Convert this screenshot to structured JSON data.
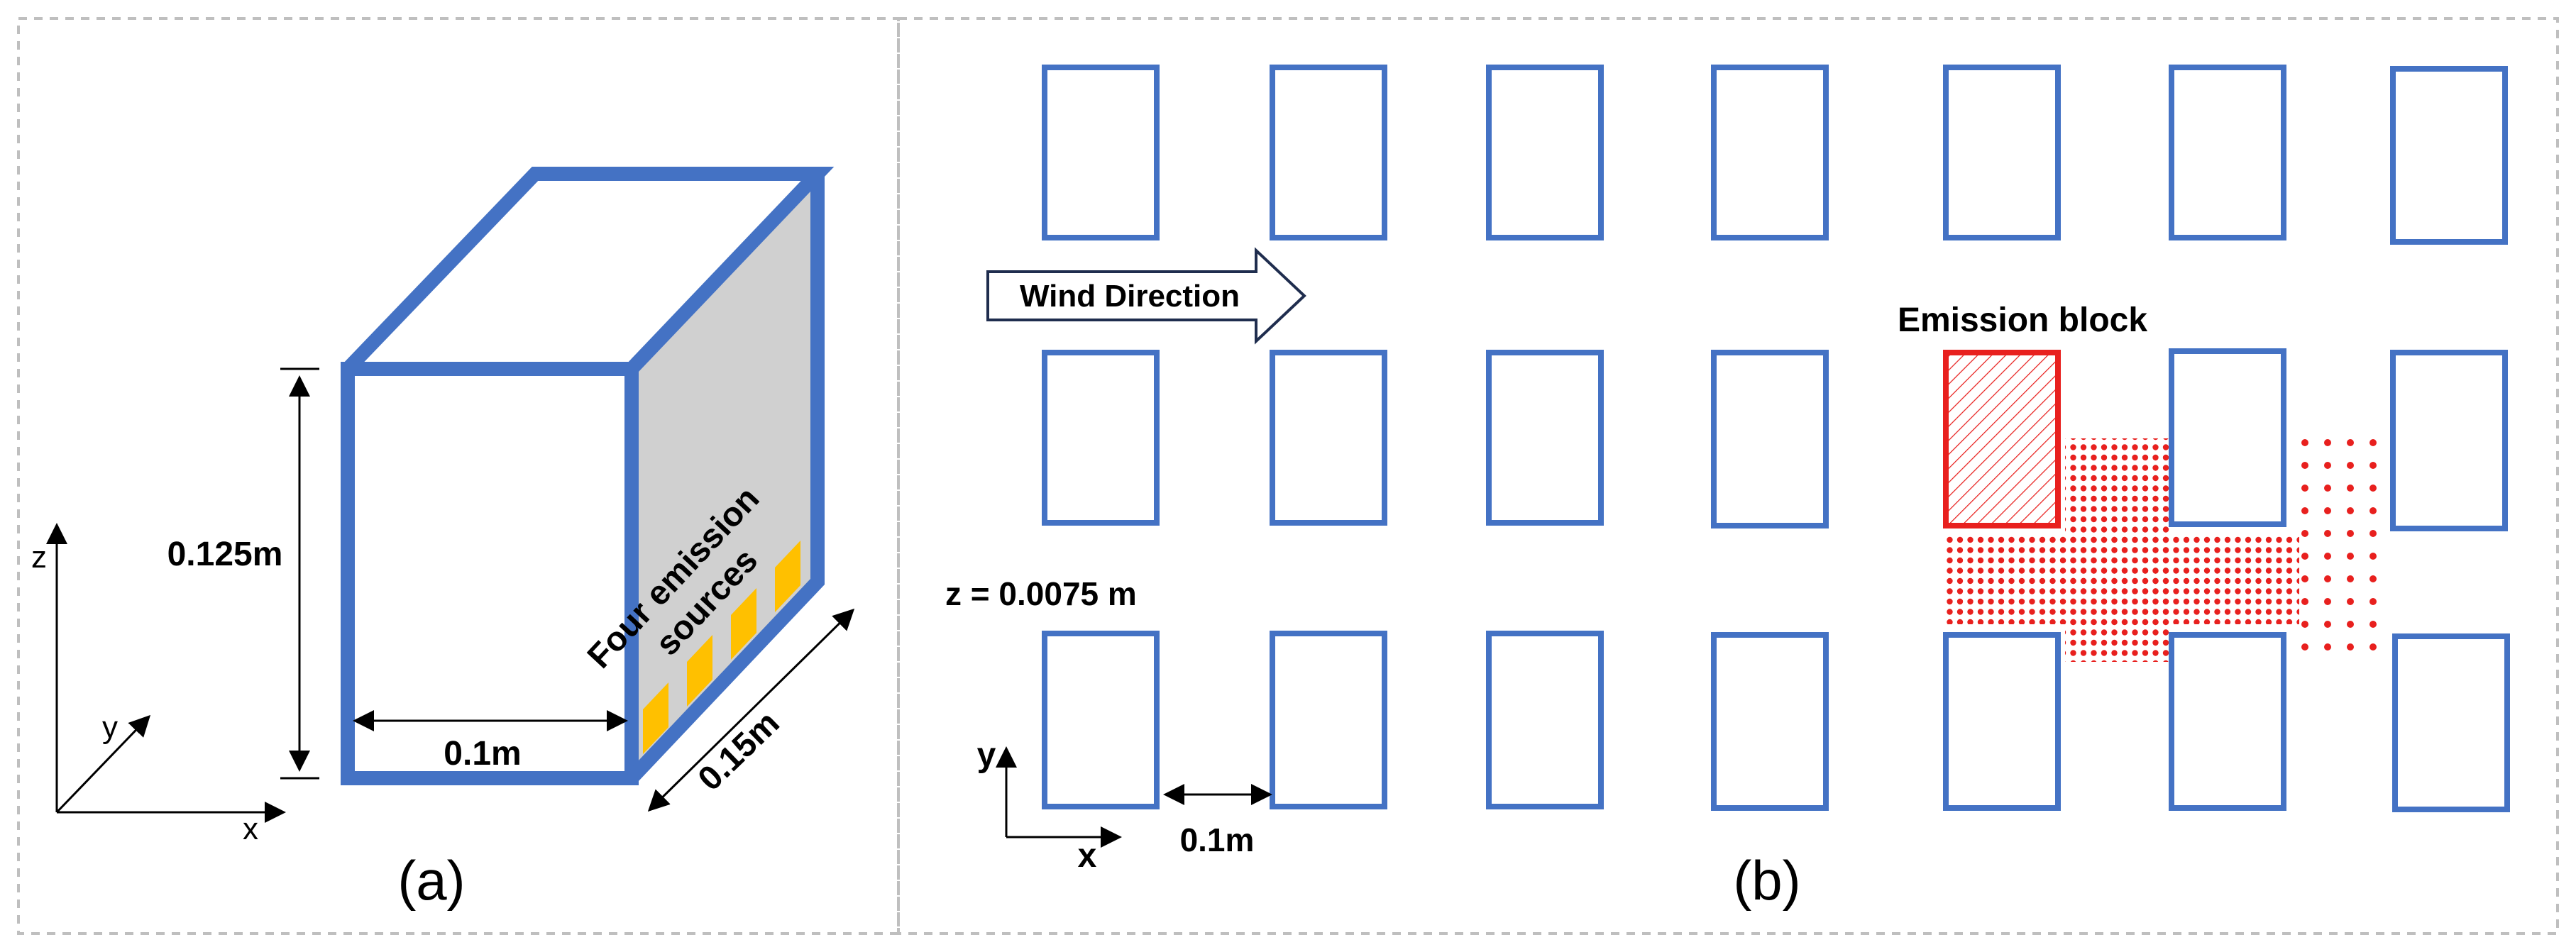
{
  "panel_a": {
    "caption": "(a)",
    "height_label": "0.125m",
    "width_label": "0.1m",
    "depth_label": "0.15m",
    "sources_label_line1": "Four emission",
    "sources_label_line2": "sources",
    "axis_z": "z",
    "axis_y": "y",
    "axis_x": "x"
  },
  "panel_b": {
    "caption": "(b)",
    "wind_label": "Wind Direction",
    "emission_block_label": "Emission block",
    "plane_label": "z = 0.0075 m",
    "spacing_label": "0.1m",
    "axis_y": "y",
    "axis_x": "x"
  },
  "colors": {
    "building_blue": "#4472C4",
    "emission_red": "#E8201E",
    "source_yellow": "#FFC000",
    "face_gray": "#D0D0D0",
    "frame_dash": "#BFBFBF",
    "arrow_navy": "#1F2D4E"
  }
}
